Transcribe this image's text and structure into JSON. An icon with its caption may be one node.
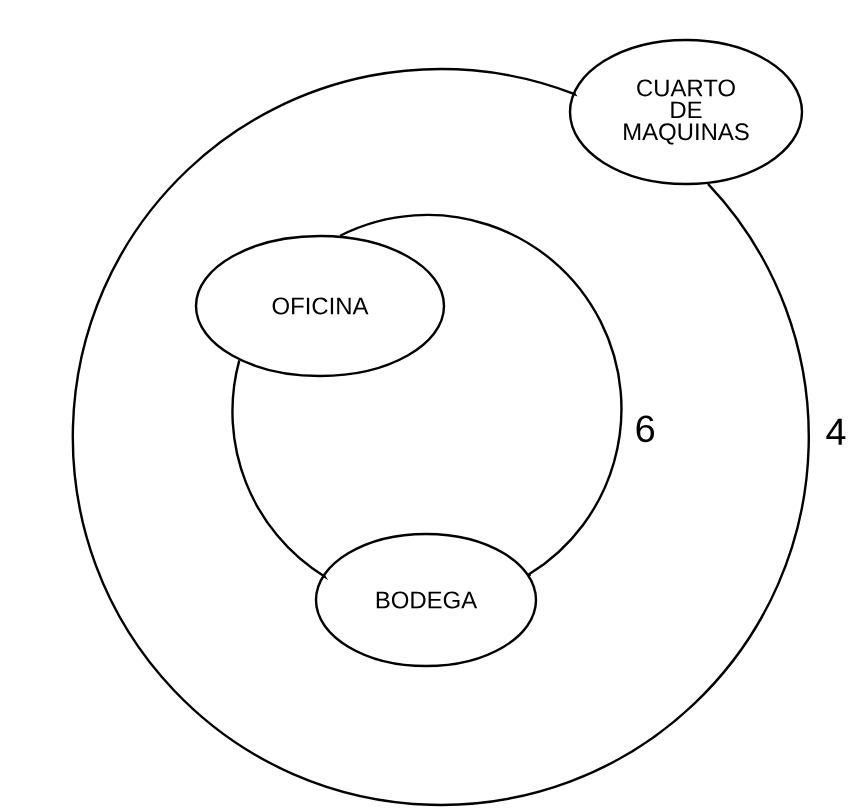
{
  "diagram": {
    "nodes": [
      {
        "text": [
          "OFICINA"
        ]
      },
      {
        "text": [
          "BODEGA"
        ]
      },
      {
        "text": [
          "CUARTO DE MAQUINAS"
        ]
      }
    ],
    "edges": [
      {
        "from": 0,
        "to": 1,
        "arrow": "none",
        "label": "6"
      },
      {
        "from": 0,
        "to": 1,
        "arrow": "none"
      },
      {
        "from": 2,
        "to": 2,
        "arrow": "none",
        "label": "4"
      }
    ]
  }
}
